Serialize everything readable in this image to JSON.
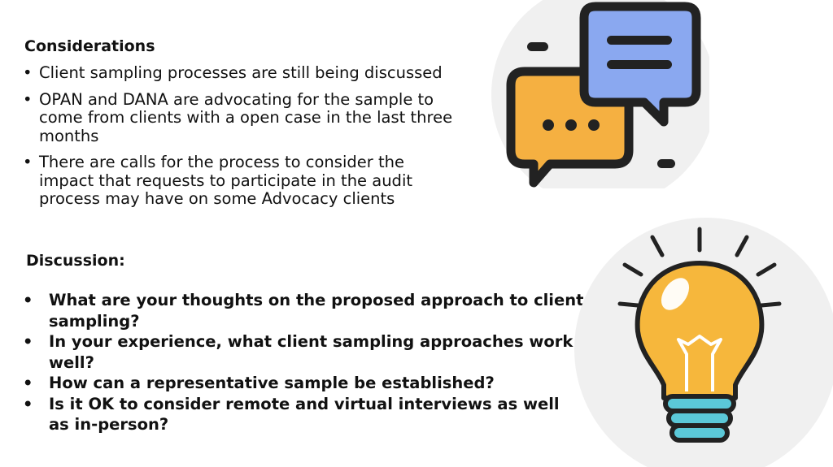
{
  "considerations": {
    "heading": "Considerations",
    "bullet": "•",
    "items": [
      "Client sampling processes are still being discussed",
      "OPAN and DANA are advocating for the sample to come from clients with a open case in the last three months",
      "There are calls for the process to consider the impact that requests to participate in the audit process may have on some Advocacy clients"
    ]
  },
  "discussion": {
    "heading": "Discussion:",
    "bullet": "•",
    "items": [
      "What are your thoughts on the proposed approach to client sampling?",
      "In your experience, what client sampling approaches work well?",
      "How can a representative sample be established?",
      "Is it OK to consider remote and virtual interviews as well as in-person?"
    ]
  },
  "illustrations": {
    "chat_icon": "chat-bubbles-icon",
    "bulb_icon": "lightbulb-icon",
    "colors": {
      "circle_bg": "#f0f0f0",
      "outline": "#222222",
      "chat_blue": "#8aa8f0",
      "chat_orange": "#f5b041",
      "bulb_yellow": "#f6b73c",
      "bulb_base": "#5bc8d8"
    }
  }
}
